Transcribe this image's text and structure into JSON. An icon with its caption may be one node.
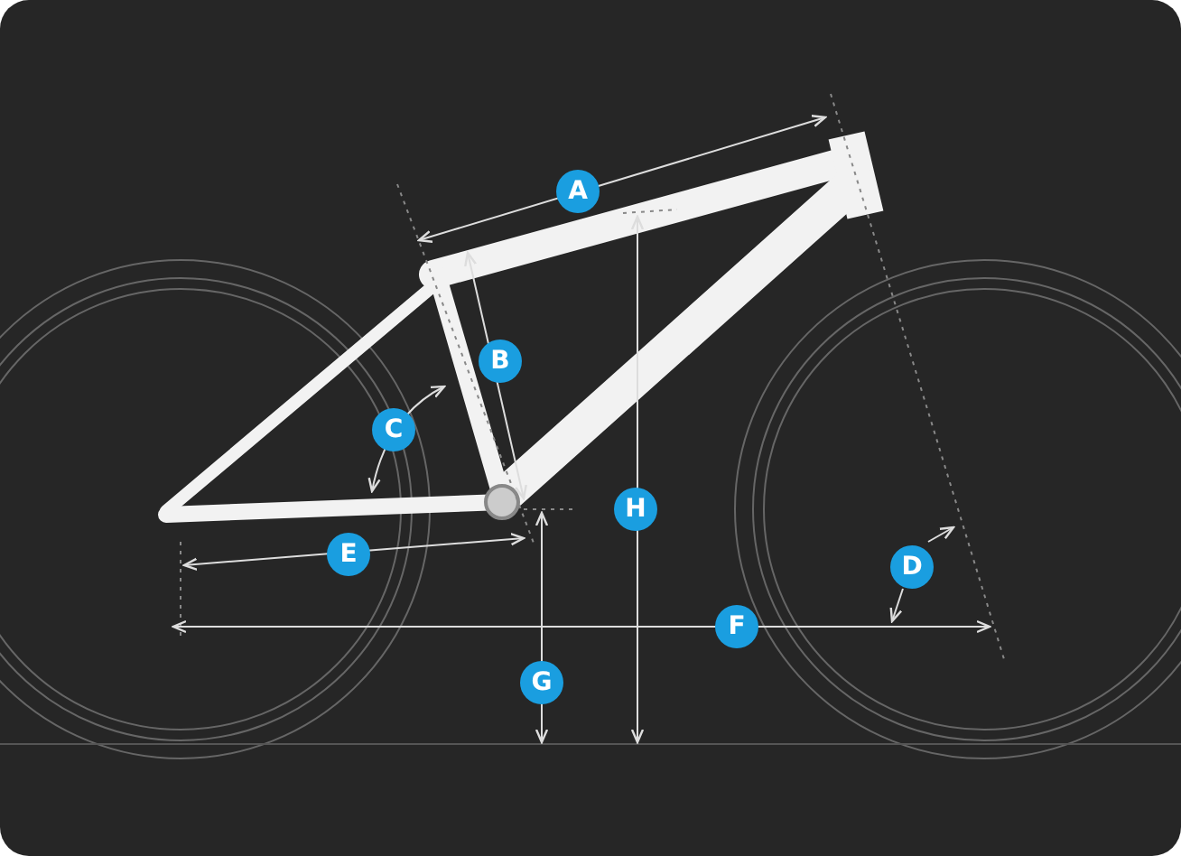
{
  "diagram": {
    "labels": [
      "A",
      "B",
      "C",
      "E",
      "H",
      "D",
      "F",
      "G"
    ]
  }
}
